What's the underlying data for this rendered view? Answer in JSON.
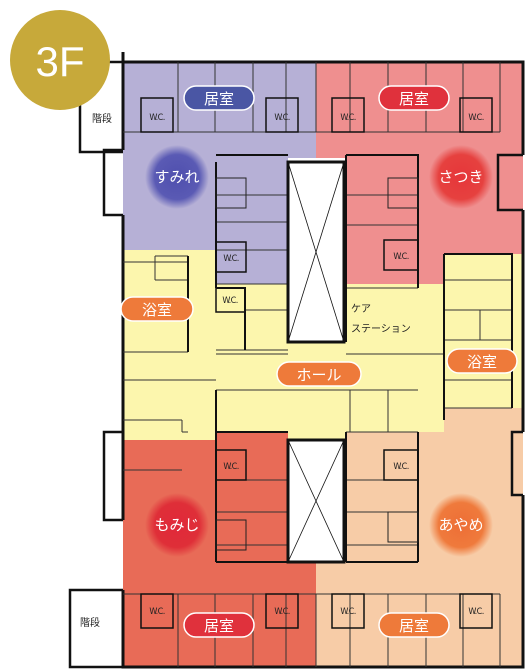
{
  "floor": {
    "label": "3F",
    "badge_color": "#c7a93a"
  },
  "areas": {
    "sumire": "すみれ",
    "satsuki": "さつき",
    "momiji": "もみじ",
    "ayame": "あやめ"
  },
  "labels": {
    "room_top_left": "居室",
    "room_top_right": "居室",
    "room_bottom_left": "居室",
    "room_bottom_right": "居室",
    "bath_left": "浴室",
    "bath_right": "浴室",
    "hall": "ホール",
    "care_station_line1": "ケア",
    "care_station_line2": "ステーション",
    "stairs_top": "階段",
    "stairs_bottom": "階段",
    "wc": "W.C."
  },
  "colors": {
    "sumire": "#b6b0d6",
    "satsuki": "#ef8f8f",
    "momiji": "#e86b57",
    "ayame": "#f7cca7",
    "common": "#fcf6ad",
    "pill_blue": "#4a56a4",
    "pill_red": "#e0313c",
    "pill_orange": "#ee7a3a"
  }
}
